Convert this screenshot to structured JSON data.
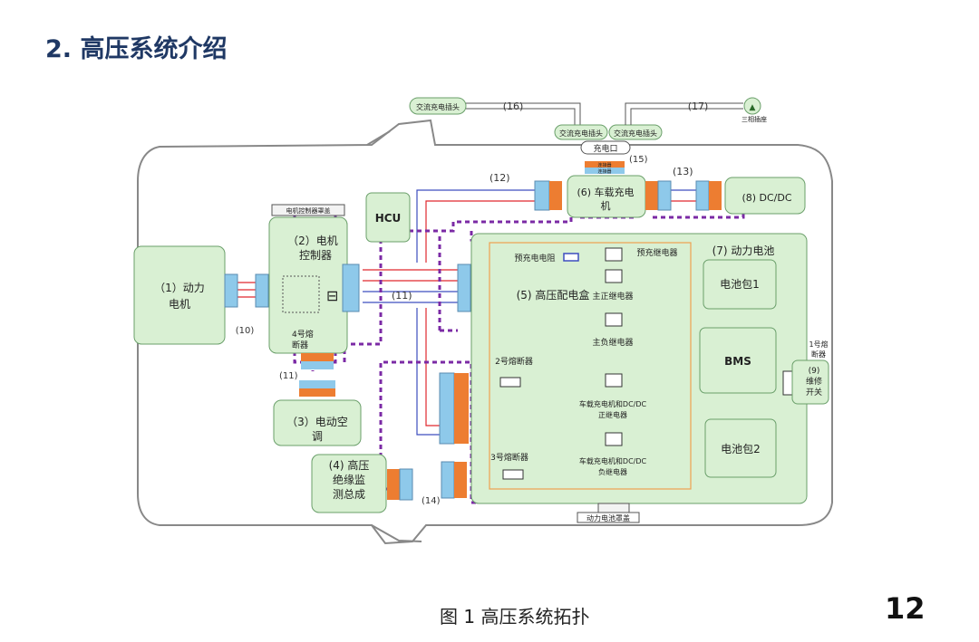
{
  "slide": {
    "title": "2. 高压系统介绍",
    "caption": "图 1 高压系统拓扑",
    "page_number": "12"
  },
  "diagram": {
    "ac_plug_1": "交流充电插头",
    "cable_16": "(16)",
    "ac_plug_2": "交流充电插头",
    "ac_plug_3": "交流充电插头",
    "cable_17": "(17)",
    "three_phase_socket": "三相插座",
    "charge_port": "充电口",
    "label_15": "(15)",
    "connector": "连接器",
    "label_12": "(12)",
    "label_13": "(13)",
    "obc": "(6) 车载充电机",
    "dcdc": "(8) DC/DC",
    "hcu": "HCU",
    "motor_ctrl_cover": "电机控制器罩盖",
    "motor_ctrl": "（2）电机控制器",
    "motor": "（1）动力电机",
    "label_10": "(10)",
    "fuse4": "4号熔断器",
    "label_11a": "(11)",
    "label_11b": "(11)",
    "ac_compressor": "（3）电动空调",
    "battery": "(7) 动力电池",
    "pdu": "(5) 高压配电盒",
    "precharge_resistor": "预充电电阻",
    "precharge_relay": "预充继电器",
    "main_pos_relay": "主正继电器",
    "main_neg_relay": "主负继电器",
    "fuse2": "2号熔断器",
    "obc_dcdc_pos_relay": "车载充电机和DC/DC正继电器",
    "fuse3": "3号熔断器",
    "obc_dcdc_neg_relay": "车载充电机和DC/DC负继电器",
    "pack1": "电池包1",
    "bms": "BMS",
    "pack2": "电池包2",
    "fuse1": "1号熔断器",
    "service_switch": "(9) 维修开关",
    "insulation_monitor": "(4) 高压绝缘监测总成",
    "label_14": "(14)",
    "battery_cover": "动力电池罩盖"
  },
  "colors": {
    "title": "#1f3864",
    "box_fill": "#d9f0d3",
    "box_stroke": "#6a9f6a",
    "connector_blue": "#8ec9ea",
    "connector_orange": "#ed7d31",
    "wire_red": "#e0282e",
    "wire_blue": "#3d4dbf",
    "interlock": "#7b2aa5",
    "pdu_border": "#f0a050"
  }
}
